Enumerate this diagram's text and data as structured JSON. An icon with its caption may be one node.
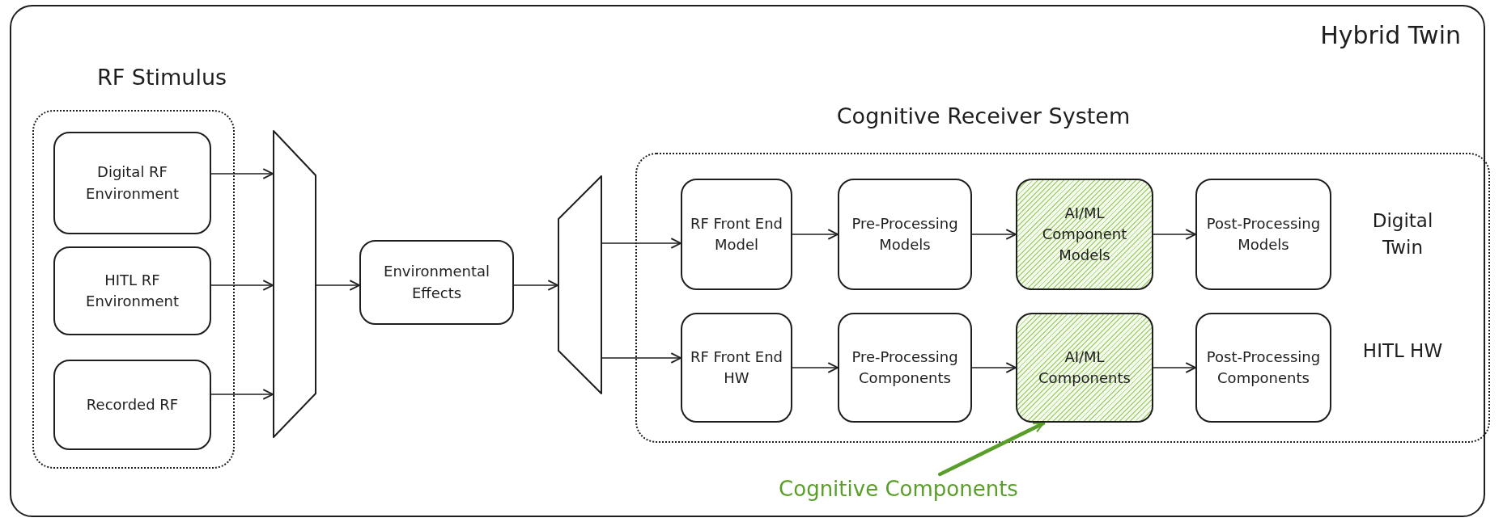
{
  "diagram": {
    "title": "Hybrid Twin",
    "nodes": [
      {
        "text": [],
        "shape": "box"
      },
      {
        "text": [
          "RF Stimulus"
        ],
        "in": 0
      },
      {
        "text": [
          "Digital RF Environment"
        ],
        "in": 1
      },
      {
        "text": [
          "HITL RF Environment"
        ],
        "in": 1
      },
      {
        "text": [
          "Recorded RF"
        ],
        "in": 1
      },
      {
        "text": [],
        "shape": "trapezoid",
        "in": 0
      },
      {
        "text": [
          "Environmental Effects"
        ],
        "in": 0
      },
      {
        "text": [],
        "shape": "trapezoid",
        "in": 0
      },
      {
        "text": [
          "Cognitive Receiver System"
        ],
        "in": 0
      },
      {
        "text": [
          "RF Front End Model"
        ],
        "in": 8
      },
      {
        "text": [
          "Pre-Processing Models"
        ],
        "in": 8
      },
      {
        "text": [
          "AI/ML Component Models"
        ],
        "in": 8
      },
      {
        "text": [
          "Post-Processing Models"
        ],
        "in": 8
      },
      {
        "text": [
          "RF Front End HW"
        ],
        "in": 8
      },
      {
        "text": [
          "Pre-Processing Components"
        ],
        "in": 8
      },
      {
        "text": [
          "AI/ML Components"
        ],
        "in": 8
      },
      {
        "text": [
          "Post-Processing Components"
        ],
        "in": 8
      },
      {
        "text": [
          "Cognitive Components"
        ],
        "in": 0
      }
    ],
    "edges": [
      {
        "from": 2,
        "to": 5,
        "arrow": "to"
      },
      {
        "from": 3,
        "to": 5,
        "arrow": "to"
      },
      {
        "from": 4,
        "to": 5,
        "arrow": "to"
      },
      {
        "from": 5,
        "to": 6,
        "arrow": "to"
      },
      {
        "from": 6,
        "to": 7,
        "arrow": "to"
      },
      {
        "from": 7,
        "to": 9,
        "arrow": "to"
      },
      {
        "from": 7,
        "to": 13,
        "arrow": "to"
      },
      {
        "from": 9,
        "to": 10,
        "arrow": "to"
      },
      {
        "from": 10,
        "to": 11,
        "arrow": "to"
      },
      {
        "from": 11,
        "to": 12,
        "arrow": "to"
      },
      {
        "from": 13,
        "to": 14,
        "arrow": "to"
      },
      {
        "from": 14,
        "to": 15,
        "arrow": "to"
      },
      {
        "from": 15,
        "to": 16,
        "arrow": "to"
      },
      {
        "from": 17,
        "to": 15,
        "arrow": "to",
        "style": "thick",
        "color": "#5a9e2a"
      }
    ],
    "labels": [
      "Digital Twin",
      "HITL HW"
    ]
  }
}
